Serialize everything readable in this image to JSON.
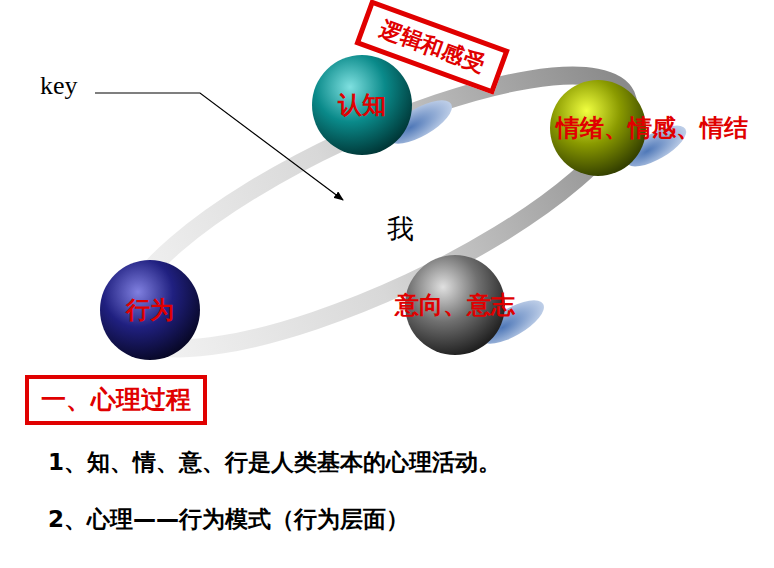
{
  "diagram": {
    "nodes": [
      {
        "text": [
          "逻辑和感受"
        ]
      },
      {
        "text": [
          "认知"
        ]
      },
      {
        "text": [
          "情绪、情感、情结"
        ]
      },
      {
        "text": [
          "意向、意志"
        ]
      },
      {
        "text": [
          "行为"
        ]
      },
      {
        "text": [
          "一、心理过程"
        ]
      }
    ],
    "labels": [
      "key",
      "我",
      "1、知、情、意、行是人类基本的心理活动。",
      "2、心理——行为模式（行为层面）"
    ]
  }
}
